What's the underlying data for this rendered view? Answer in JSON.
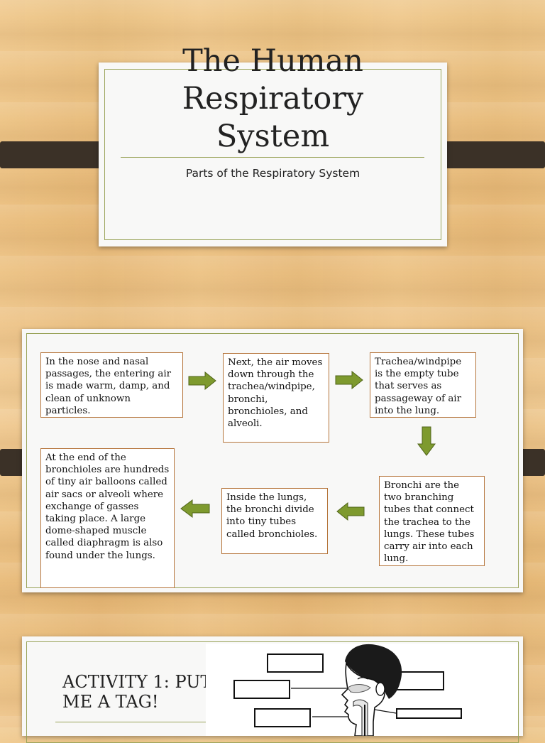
{
  "slide1": {
    "title_lines": [
      "The Human",
      "Respiratory",
      "System"
    ],
    "subtitle": "Parts of the Respiratory System"
  },
  "slide2": {
    "boxes": [
      "In the nose and nasal passages, the entering air is made warm, damp, and clean of unknown particles.",
      "Next, the air moves down through the trachea/windpipe, bronchi, bronchioles, and alveoli.",
      "Trachea/windpipe is the empty tube that serves as passageway of air into the lung.",
      "Bronchi are the two branching tubes that connect the trachea to the lungs. These tubes carry air into each lung.",
      "Inside the lungs, the bronchi divide into tiny tubes called bronchioles.",
      "At the end of the bronchioles are hundreds of tiny air balloons called air sacs or alveoli where exchange of gasses taking place. A large dome-shaped muscle called diaphragm is also found under the lungs."
    ],
    "arrow_color": "#7e9a2e"
  },
  "slide3": {
    "activity_lines": [
      "ACTIVITY 1: PUT",
      "ME A TAG!"
    ]
  },
  "colors": {
    "accent_rule": "#9aa45a",
    "box_border": "#b5743a",
    "band": "#3b3127"
  }
}
